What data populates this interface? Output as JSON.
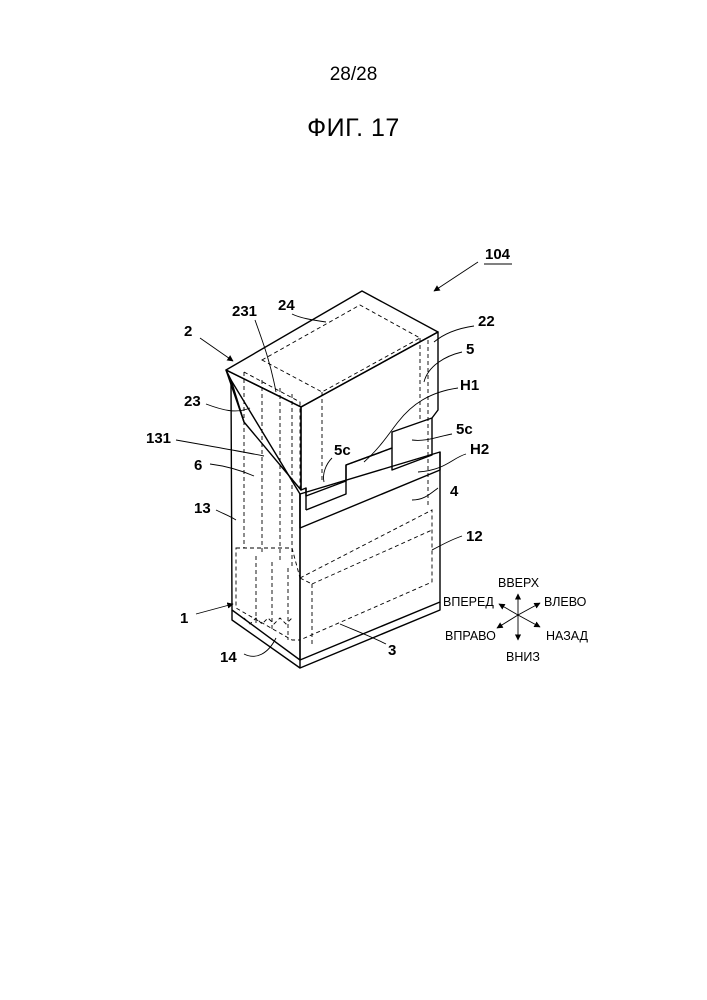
{
  "page_number": "28/28",
  "figure_title": "ФИГ. 17",
  "reference_numerals": {
    "r104": "104",
    "r2": "2",
    "r231": "231",
    "r24": "24",
    "r22": "22",
    "r5": "5",
    "rH1": "H1",
    "r23": "23",
    "r5c_left": "5c",
    "r5c_right": "5c",
    "r131": "131",
    "rH2": "H2",
    "r6": "6",
    "r4": "4",
    "r13": "13",
    "r12": "12",
    "r1": "1",
    "r3": "3",
    "r14": "14"
  },
  "direction_compass": {
    "up": "ВВЕРХ",
    "down": "ВНИЗ",
    "front": "ВПЕРЕД",
    "back": "НАЗАД",
    "left": "ВЛЕВО",
    "right": "ВПРАВО"
  }
}
